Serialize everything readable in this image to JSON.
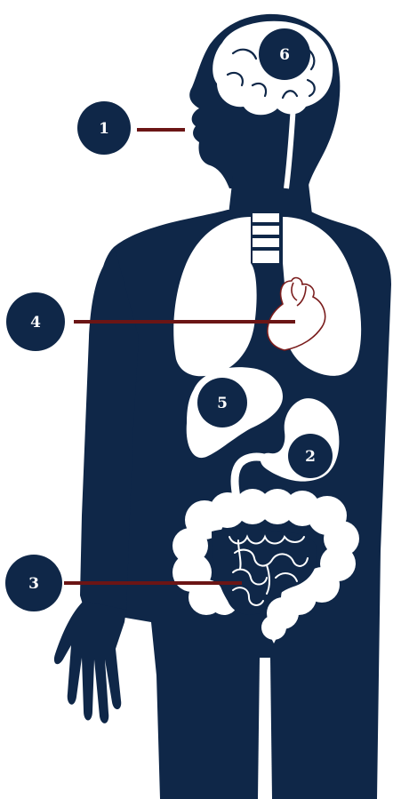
{
  "colors": {
    "body": "#0f2748",
    "organ": "#ffffff",
    "heart": "#7a1c1c",
    "pointer_line": "#6b1515",
    "marker_fill": "#0f2748",
    "marker_text": "#ffffff"
  },
  "markers": {
    "m1": {
      "label": "1",
      "organ": "mouth"
    },
    "m2": {
      "label": "2",
      "organ": "stomach"
    },
    "m3": {
      "label": "3",
      "organ": "intestines"
    },
    "m4": {
      "label": "4",
      "organ": "heart"
    },
    "m5": {
      "label": "5",
      "organ": "liver"
    },
    "m6": {
      "label": "6",
      "organ": "brain"
    }
  }
}
